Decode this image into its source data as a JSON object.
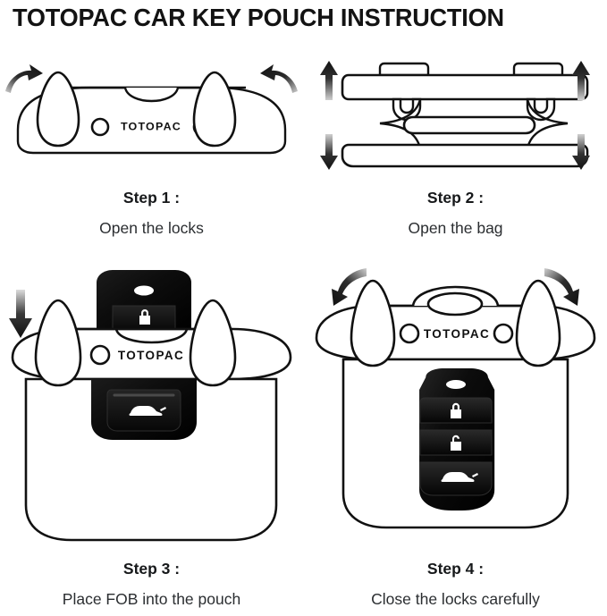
{
  "title": "TOTOPAC CAR KEY POUCH INSTRUCTION",
  "brand": "TOTOPAC",
  "colors": {
    "background": "#ffffff",
    "outline": "#111111",
    "text": "#16181a",
    "fob_body": "#111111",
    "fob_highlight": "#3a3a3a",
    "icon_white": "#ffffff",
    "arrow_dark": "#121212",
    "arrow_fade": "#c9c9c9"
  },
  "steps": [
    {
      "id": "step-1",
      "label": "Step 1 :",
      "text": "Open the locks",
      "brand_label": "TOTOPAC",
      "illustration": "pouch-closed-front-view-with-two-teardrop-lock-flaps-and-outward-curved-arrows",
      "arrows": [
        {
          "name": "curved-arrow-left-outward",
          "direction": "up-left"
        },
        {
          "name": "curved-arrow-right-outward",
          "direction": "up-right"
        }
      ]
    },
    {
      "id": "step-2",
      "label": "Step 2 :",
      "text": "Open the bag",
      "brand_label": "",
      "illustration": "pouch-side-view-top-flap-separating-from-bottom-with-clasps",
      "arrows": [
        {
          "name": "arrow-up-left",
          "direction": "up"
        },
        {
          "name": "arrow-up-right",
          "direction": "up"
        },
        {
          "name": "arrow-down-left",
          "direction": "down"
        },
        {
          "name": "arrow-down-right",
          "direction": "down"
        }
      ]
    },
    {
      "id": "step-3",
      "label": "Step 3 :",
      "text": "Place FOB into the pouch",
      "brand_label": "TOTOPAC",
      "illustration": "open-pouch-with-car-key-fob-being-inserted-downward",
      "arrows": [
        {
          "name": "arrow-down-insert",
          "direction": "down"
        }
      ],
      "fob": {
        "name": "car-key-fob-partial",
        "keyring_hole": true,
        "buttons": [
          {
            "name": "lock-button",
            "icon": "padlock-closed-icon"
          },
          {
            "name": "trunk-button",
            "icon": "car-trunk-icon"
          }
        ]
      }
    },
    {
      "id": "step-4",
      "label": "Step 4 :",
      "text": "Close the locks carefully",
      "brand_label": "TOTOPAC",
      "illustration": "closed-pouch-with-fob-inside-and-inward-curved-arrows",
      "arrows": [
        {
          "name": "curved-arrow-left-inward",
          "direction": "down-left"
        },
        {
          "name": "curved-arrow-right-inward",
          "direction": "down-right"
        }
      ],
      "fob": {
        "name": "car-key-fob-full",
        "keyring_hole": true,
        "buttons": [
          {
            "name": "lock-button",
            "icon": "padlock-closed-icon"
          },
          {
            "name": "unlock-button",
            "icon": "padlock-open-icon"
          },
          {
            "name": "trunk-button",
            "icon": "car-trunk-icon"
          }
        ]
      }
    }
  ]
}
